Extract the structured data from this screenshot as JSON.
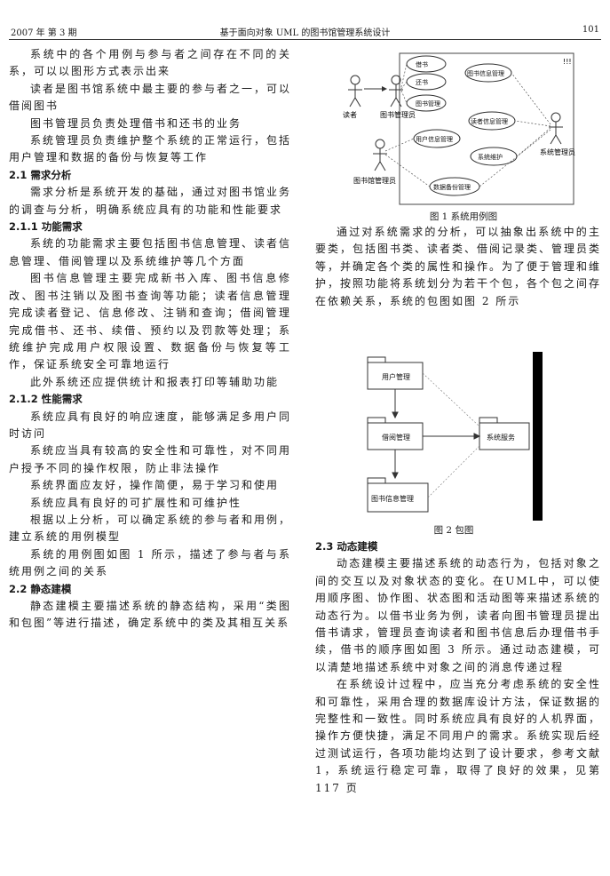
{
  "header": {
    "left": "2007 年 第 3 期",
    "center": "基于面向对象 UML 的图书馆管理系统设计",
    "right": "101"
  },
  "left_column": [
    {
      "kind": "para",
      "text": "系统中的各个用例与参与者之间存在不同的关系，可以以图形方式表示出来"
    },
    {
      "kind": "para",
      "text": "读者是图书馆系统中最主要的参与者之一，可以借阅图书"
    },
    {
      "kind": "para",
      "text": "图书管理员负责处理借书和还书的业务"
    },
    {
      "kind": "para",
      "text": "系统管理员负责维护整个系统的正常运行，包括用户管理和数据的备份与恢复等工作"
    },
    {
      "kind": "sec",
      "text": "2.1 需求分析"
    },
    {
      "kind": "para",
      "text": "需求分析是系统开发的基础，通过对图书馆业务的调查与分析，明确系统应具有的功能和性能要求"
    },
    {
      "kind": "sec",
      "text": "2.1.1 功能需求"
    },
    {
      "kind": "para",
      "text": "系统的功能需求主要包括图书信息管理、读者信息管理、借阅管理以及系统维护等几个方面"
    },
    {
      "kind": "para",
      "text": "图书信息管理主要完成新书入库、图书信息修改、图书注销以及图书查询等功能；读者信息管理完成读者登记、信息修改、注销和查询；借阅管理完成借书、还书、续借、预约以及罚款等处理；系统维护完成用户权限设置、数据备份与恢复等工作，保证系统安全可靠地运行"
    },
    {
      "kind": "para",
      "text": "此外系统还应提供统计和报表打印等辅助功能"
    },
    {
      "kind": "sec",
      "text": "2.1.2 性能需求"
    },
    {
      "kind": "para",
      "text": "系统应具有良好的响应速度，能够满足多用户同时访问"
    },
    {
      "kind": "para",
      "text": "系统应当具有较高的安全性和可靠性，对不同用户授予不同的操作权限，防止非法操作"
    },
    {
      "kind": "para",
      "text": "系统界面应友好，操作简便，易于学习和使用"
    },
    {
      "kind": "para",
      "text": "系统应具有良好的可扩展性和可维护性"
    },
    {
      "kind": "para",
      "text": "根据以上分析，可以确定系统的参与者和用例，建立系统的用例模型"
    },
    {
      "kind": "para",
      "text": "系统的用例图如图 1 所示，描述了参与者与系统用例之间的关系"
    },
    {
      "kind": "sec",
      "text": "2.2 静态建模"
    },
    {
      "kind": "para",
      "text": "静态建模主要描述系统的静态结构，采用“类图和包图”等进行描述，确定系统中的类及其相互关系"
    }
  ],
  "right_column_top": [
    {
      "kind": "para",
      "text": "通过对系统需求的分析，可以抽象出系统中的主要类，包括图书类、读者类、借阅记录类、管理员类等，并确定各个类的属性和操作。为了便于管理和维护，按照功能将系统划分为若干个包，各个包之间存在依赖关系，系统的包图如图 2 所示"
    }
  ],
  "right_column_bottom": [
    {
      "kind": "sec",
      "text": "2.3 动态建模"
    },
    {
      "kind": "para",
      "text": "动态建模主要描述系统的动态行为，包括对象之间的交互以及对象状态的变化。在UML中，可以使用顺序图、协作图、状态图和活动图等来描述系统的动态行为。以借书业务为例，读者向图书管理员提出借书请求，管理员查询读者和图书信息后办理借书手续，借书的顺序图如图 3 所示。通过动态建模，可以清楚地描述系统中对象之间的消息传递过程"
    },
    {
      "kind": "para",
      "text": "在系统设计过程中，应当充分考虑系统的安全性和可靠性，采用合理的数据库设计方法，保证数据的完整性和一致性。同时系统应具有良好的人机界面，操作方便快捷，满足不同用户的需求。系统实现后经过测试运行，各项功能均达到了设计要求，参考文献 1，系统运行稳定可靠，取得了良好的效果，见第 117 页"
    }
  ],
  "figure1": {
    "caption": "图 1  系统用例图",
    "corner_mark": "!!!",
    "actors": [
      "读者",
      "图书管理员",
      "图书馆管理员",
      "系统管理员"
    ],
    "usecases": [
      "借书",
      "还书",
      "图书信息管理",
      "读者信息管理",
      "图书管理",
      "用户信息管理",
      "系统维护",
      "数据备份管理"
    ]
  },
  "figure2": {
    "caption": "图 2  包图",
    "packages": [
      "用户管理",
      "借阅管理",
      "图书信息管理",
      "系统服务"
    ]
  },
  "colors": {
    "text": "#1a1a1a",
    "line": "#333333",
    "bar": "#000000"
  }
}
